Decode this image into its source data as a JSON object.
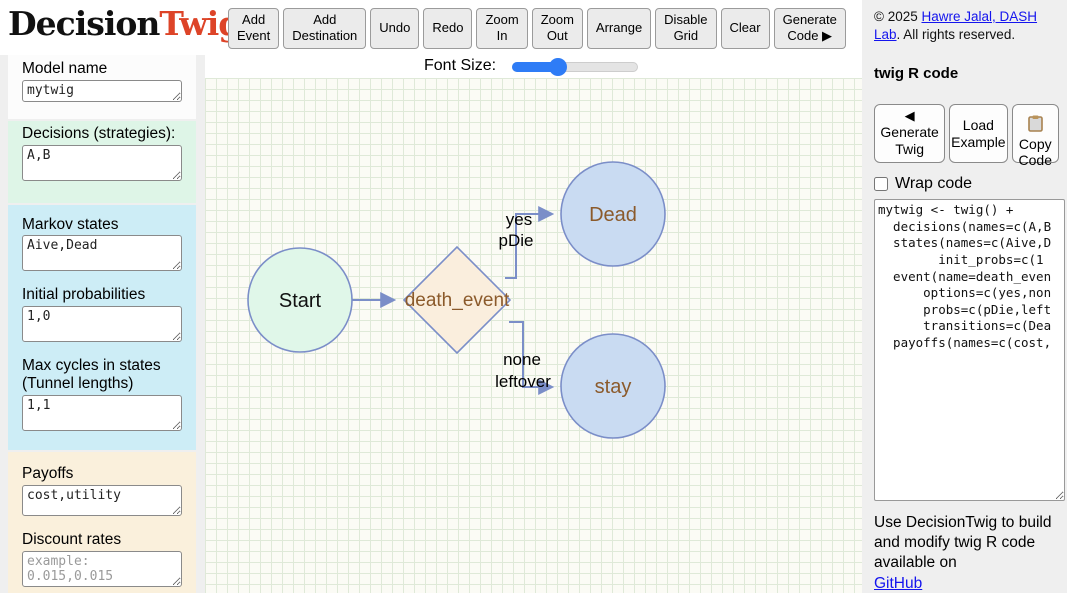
{
  "logo": {
    "part_black": "Decision",
    "part_red": "Twig"
  },
  "toolbar": {
    "buttons": [
      {
        "label": "Add\nEvent"
      },
      {
        "label": "Add\nDestination"
      },
      {
        "label": "Undo"
      },
      {
        "label": "Redo"
      },
      {
        "label": "Zoom\nIn"
      },
      {
        "label": "Zoom\nOut"
      },
      {
        "label": "Arrange"
      },
      {
        "label": "Disable\nGrid"
      },
      {
        "label": "Clear"
      },
      {
        "label": "Generate\nCode ▶"
      }
    ]
  },
  "font_size_control": {
    "label": "Font Size:",
    "value_fraction": 0.35
  },
  "sidebar": {
    "model_name": {
      "label": "Model name",
      "value": "mytwig"
    },
    "decisions": {
      "label": "Decisions (strategies):",
      "value": "A,B"
    },
    "markov_states": {
      "label": "Markov states",
      "value": "Aive,Dead"
    },
    "initial_probabilities": {
      "label": "Initial probabilities",
      "value": "1,0"
    },
    "max_cycles": {
      "label": "Max cycles in states (Tunnel lengths)",
      "value": "1,1"
    },
    "payoffs": {
      "label": "Payoffs",
      "value": "cost,utility"
    },
    "discount_rates": {
      "label": "Discount rates",
      "placeholder": "example: 0.015,0.015"
    }
  },
  "canvas": {
    "nodes": [
      {
        "id": "start",
        "type": "circle",
        "label": "Start"
      },
      {
        "id": "death_event",
        "type": "diamond",
        "label": "death_event"
      },
      {
        "id": "dead",
        "type": "circle",
        "label": "Dead"
      },
      {
        "id": "stay",
        "type": "circle",
        "label": "stay"
      }
    ],
    "edge_labels": [
      "yes",
      "pDie",
      "none",
      "leftover"
    ]
  },
  "right_panel": {
    "copyright": {
      "prefix": "© 2025 ",
      "link": "Hawre Jalal, DASH Lab",
      "suffix": ". All rights reserved."
    },
    "heading": "twig R code",
    "buttons": {
      "generate_twig_icon": "◀",
      "generate_twig": "Generate\nTwig",
      "load_example": "Load\nExample",
      "copy_code": "Copy\nCode"
    },
    "wrap_code_label": "Wrap code",
    "code": "mytwig <- twig() +\n  decisions(names=c(A,B\n  states(names=c(Aive,D\n        init_probs=c(1\n  event(name=death_even\n      options=c(yes,non\n      probs=c(pDie,left\n      transitions=c(Dea\n  payoffs(names=c(cost,",
    "footer": {
      "text": "Use DecisionTwig to build and modify twig R code available on",
      "link": "GitHub"
    }
  },
  "colors": {
    "logo_red": "#dd4428",
    "node_stroke": "#7b8ec8",
    "start_fill": "#e0f7e9",
    "diamond_fill": "#faeedd",
    "state_fill": "#c9dbf2",
    "node_text_brown": "#8b5a2b",
    "slider_blue": "#2e7cf6",
    "link_blue": "#1414ee",
    "section_green": "#def5e7",
    "section_blue": "#cdedf6",
    "section_beige": "#faf0dc"
  }
}
